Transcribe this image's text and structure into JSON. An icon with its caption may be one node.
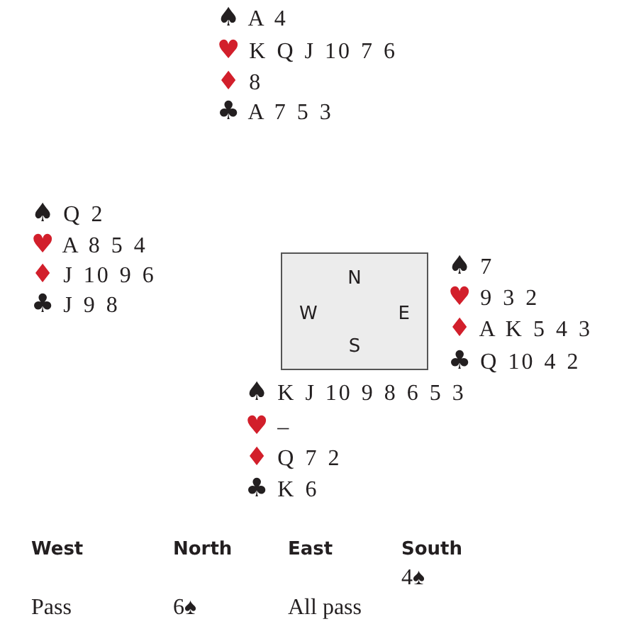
{
  "diagram": {
    "nodes": [
      {
        "text": [
          "N",
          "W",
          "E",
          "S"
        ]
      }
    ],
    "labels": [
      "♠ A 4",
      "♥ K Q J 10 7 6",
      "♦ 8",
      "♣ A 7 5 3",
      "♠ Q 2",
      "♥ A 8 5 4",
      "♦ J 10 9 6",
      "♣ J 9 8",
      "♠ 7",
      "♥ 9 3 2",
      "♦ A K 5 4 3",
      "♣ Q 10 4 2",
      "♠ K J 10 9 8 6 5 3",
      "♥ –",
      "♦ Q 7 2",
      "♣ K 6",
      "West",
      "North",
      "East",
      "South",
      "4♠",
      "Pass",
      "6♠",
      "All pass"
    ]
  }
}
